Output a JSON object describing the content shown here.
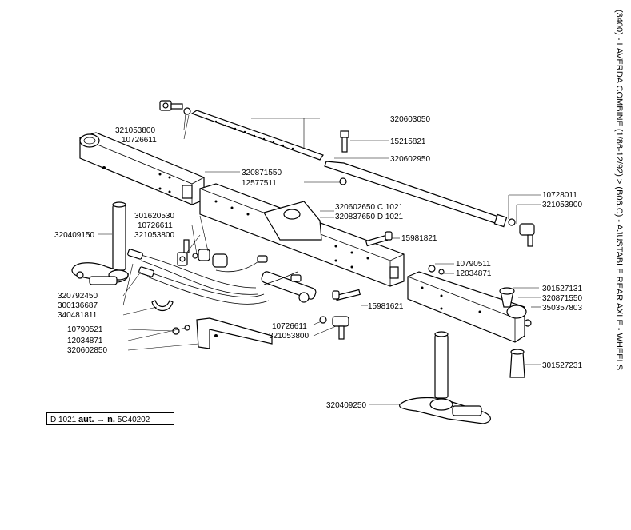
{
  "title": "(3400) - LAVERDA COMBINE (1/86-12/92) > (B06.C) - AJUSTABLE REAR AXLE - WHEELS",
  "reference_note": {
    "model": "D 1021",
    "text": "aut.",
    "arrow": "→",
    "prefix": "n.",
    "serial": "5C40202"
  },
  "parts": [
    "321053800",
    "10726611",
    "320603050",
    "15215821",
    "320602950",
    "320871550",
    "12577511",
    "320602650 C 1021",
    "320837650 D 1021",
    "10728011",
    "321053900",
    "301620530",
    "10726611",
    "321053800",
    "320409150",
    "15981821",
    "10790511",
    "12034871",
    "320792450",
    "300136687",
    "340481811",
    "15981621",
    "301527131",
    "320871550",
    "350357803",
    "10790521",
    "12034871",
    "320602850",
    "10726611",
    "321053800",
    "301527231",
    "320409250"
  ]
}
